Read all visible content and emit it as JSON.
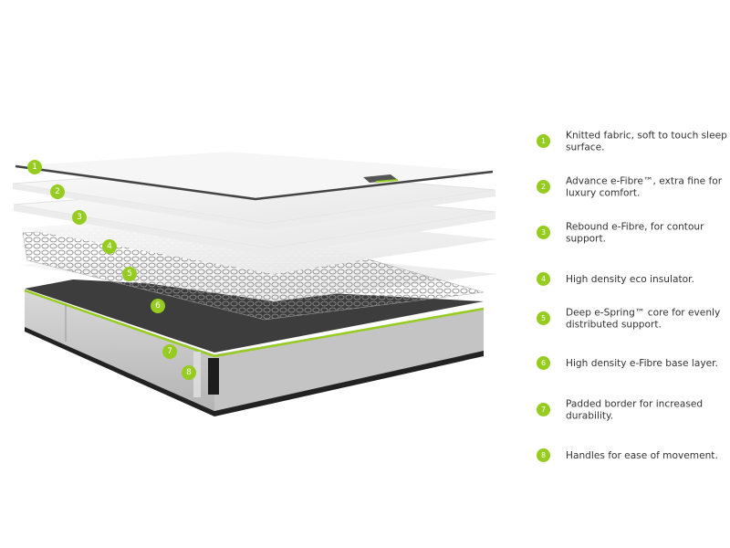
{
  "colors": {
    "accent": "#95cc1f",
    "base": "#3a3a3a",
    "border": "#c9c9c9"
  },
  "callouts": [
    {
      "num": "1",
      "text": "Knitted fabric, soft to touch sleep surface."
    },
    {
      "num": "2",
      "text": "Advance e-Fibre™, extra fine for luxury comfort."
    },
    {
      "num": "3",
      "text": "Rebound e-Fibre, for contour support."
    },
    {
      "num": "4",
      "text": "High density eco insulator."
    },
    {
      "num": "5",
      "text": "Deep e-Spring™ core for evenly distributed support."
    },
    {
      "num": "6",
      "text": "High density e-Fibre base layer."
    },
    {
      "num": "7",
      "text": "Padded border for increased durability."
    },
    {
      "num": "8",
      "text": "Handles for ease of movement."
    }
  ]
}
